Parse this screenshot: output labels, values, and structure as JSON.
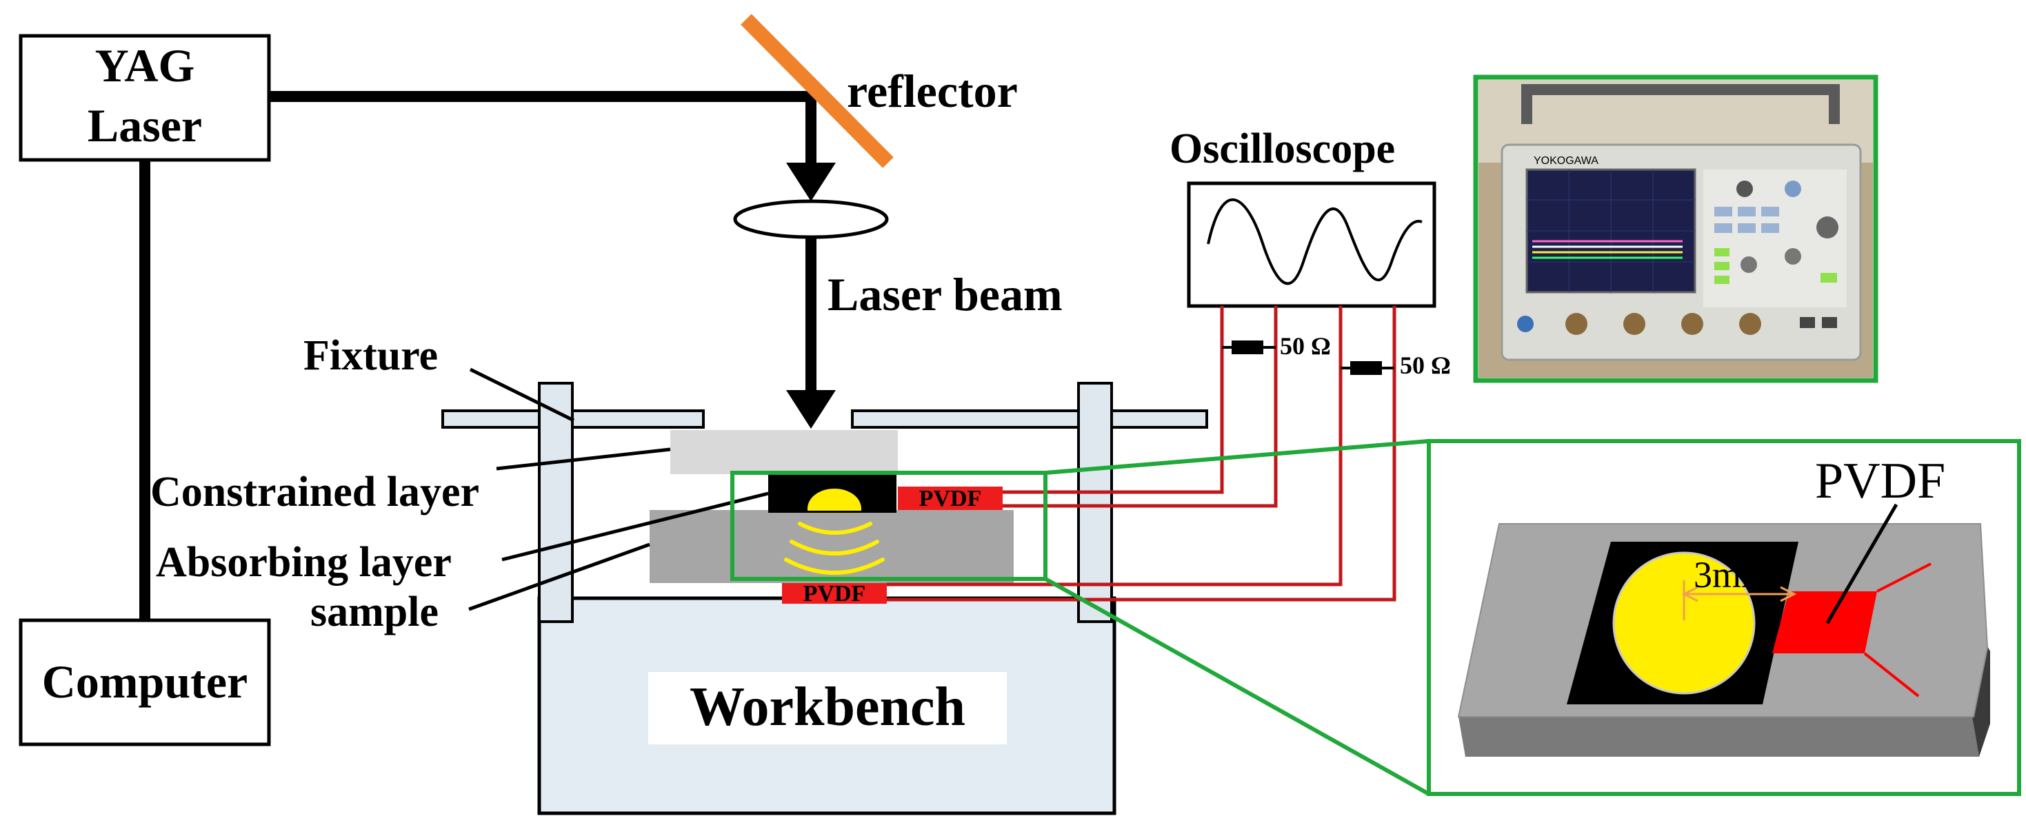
{
  "labels": {
    "yag_line1": "YAG",
    "yag_line2": "Laser",
    "computer": "Computer",
    "reflector": "reflector",
    "laser_beam": "Laser beam",
    "fixture": "Fixture",
    "constrained_layer": "Constrained layer",
    "absorbing_layer": "Absorbing layer",
    "sample": "sample",
    "workbench": "Workbench",
    "oscilloscope": "Oscilloscope",
    "resistor_1": "50 Ω",
    "resistor_2": "50 Ω",
    "pvdf_top": "PVDF",
    "pvdf_bottom": "PVDF",
    "pvdf_zoom": "PVDF",
    "dimension": "3mm"
  },
  "photo": {
    "brand": "YOKOGAWA"
  },
  "colors": {
    "reflector": "#f0822c",
    "wire": "#c0171b",
    "pvdf": "#ee1c1c",
    "highlight_frame": "#20a83a",
    "shock_wave": "#ffee00",
    "fixture_fill": "#dfe8ee",
    "workbench_fill": "#e3ecf3",
    "constrained_fill": "#d9d9d9",
    "sample_fill": "#a6a6a6"
  }
}
